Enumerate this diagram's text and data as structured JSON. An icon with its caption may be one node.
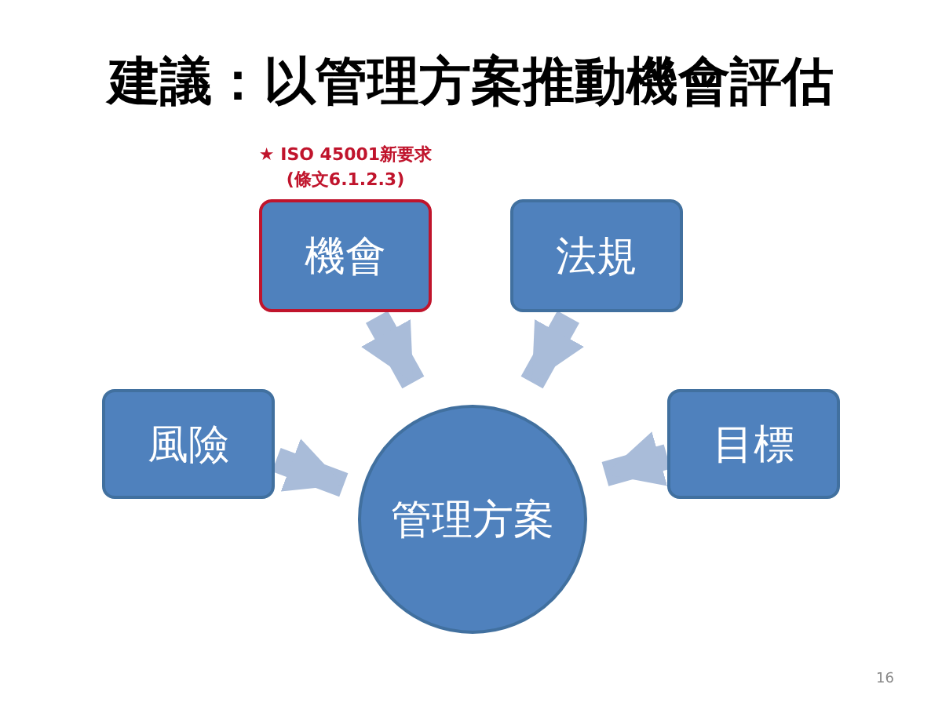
{
  "diagram": {
    "title": "建議：以管理方案推動機會評估",
    "nodes": [
      {
        "text": [
          "風險"
        ]
      },
      {
        "text": [
          "機會"
        ],
        "beside": [
          "★ ISO 45001新要求",
          "(條文6.1.2.3)"
        ]
      },
      {
        "text": [
          "法規"
        ]
      },
      {
        "text": [
          "目標"
        ]
      },
      {
        "text": [
          "管理方案"
        ]
      }
    ],
    "edges": [
      {
        "from": 1,
        "to": 4,
        "arrow": "to"
      },
      {
        "from": 2,
        "to": 4,
        "arrow": "to"
      },
      {
        "from": 0,
        "to": 4,
        "arrow": "to"
      },
      {
        "from": 3,
        "to": 4,
        "arrow": "to"
      }
    ],
    "labels": [
      "16"
    ]
  }
}
